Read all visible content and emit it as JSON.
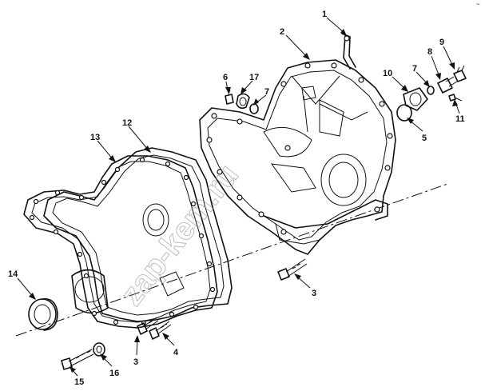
{
  "diagram": {
    "callouts": {
      "c1": "1",
      "c2": "2",
      "c3a": "3",
      "c3b": "3",
      "c4": "4",
      "c5": "5",
      "c6": "6",
      "c7a": "7",
      "c7b": "7",
      "c8": "8",
      "c9": "9",
      "c10": "10",
      "c11": "11",
      "c12": "12",
      "c13": "13",
      "c14": "14",
      "c15": "15",
      "c16": "16",
      "c17": "17"
    },
    "corner_mark": "~",
    "watermark": "zap-kem.ru"
  }
}
